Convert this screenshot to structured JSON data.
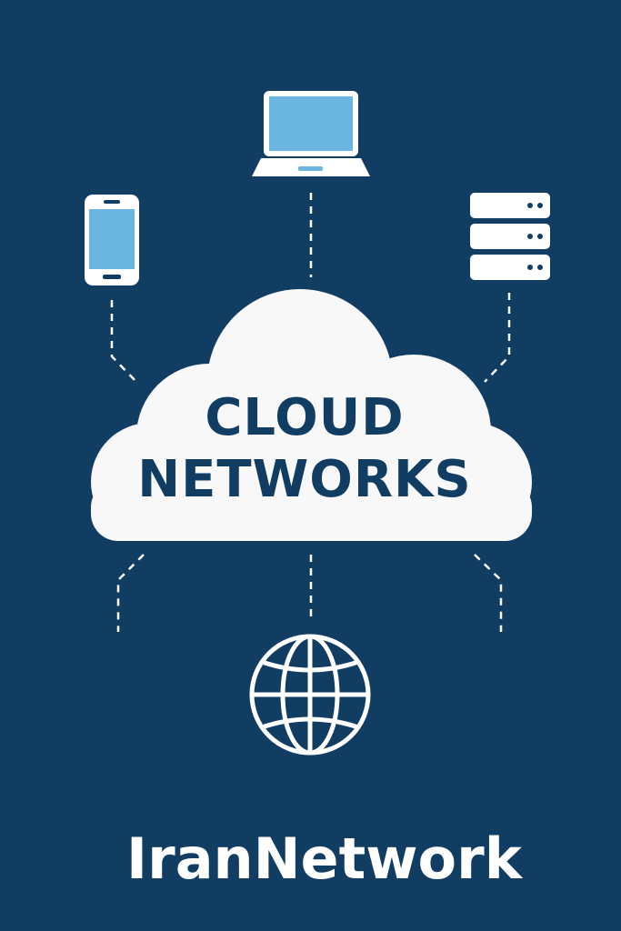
{
  "title": {
    "line1": "CLOUD",
    "line2": "NETWORKS"
  },
  "brand": "IranNetwork",
  "colors": {
    "background": "#123d63",
    "cloud": "#f8f8f8",
    "screen": "#6bb6e0",
    "text_dark": "#123d63",
    "white": "#ffffff"
  },
  "icons": [
    "laptop-icon",
    "smartphone-icon",
    "server-icon",
    "cloud-icon",
    "globe-icon"
  ]
}
